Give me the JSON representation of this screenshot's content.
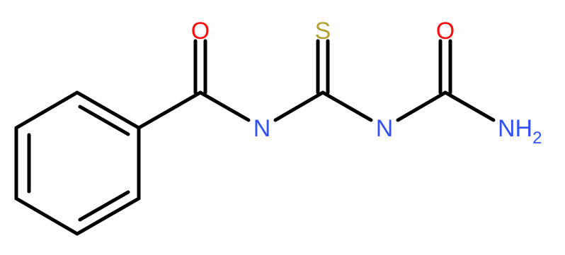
{
  "molecule": {
    "atoms": {
      "o1": {
        "element": "O",
        "color": "#ff0d0d"
      },
      "n1": {
        "element": "N",
        "color": "#3050f8"
      },
      "s1": {
        "element": "S",
        "color": "#b2a035"
      },
      "n2": {
        "element": "N",
        "color": "#3050f8"
      },
      "o2": {
        "element": "O",
        "color": "#ff0d0d"
      },
      "n3": {
        "element": "NH",
        "subscript": "2",
        "color": "#3050f8"
      }
    },
    "bond_color": "#000000"
  }
}
